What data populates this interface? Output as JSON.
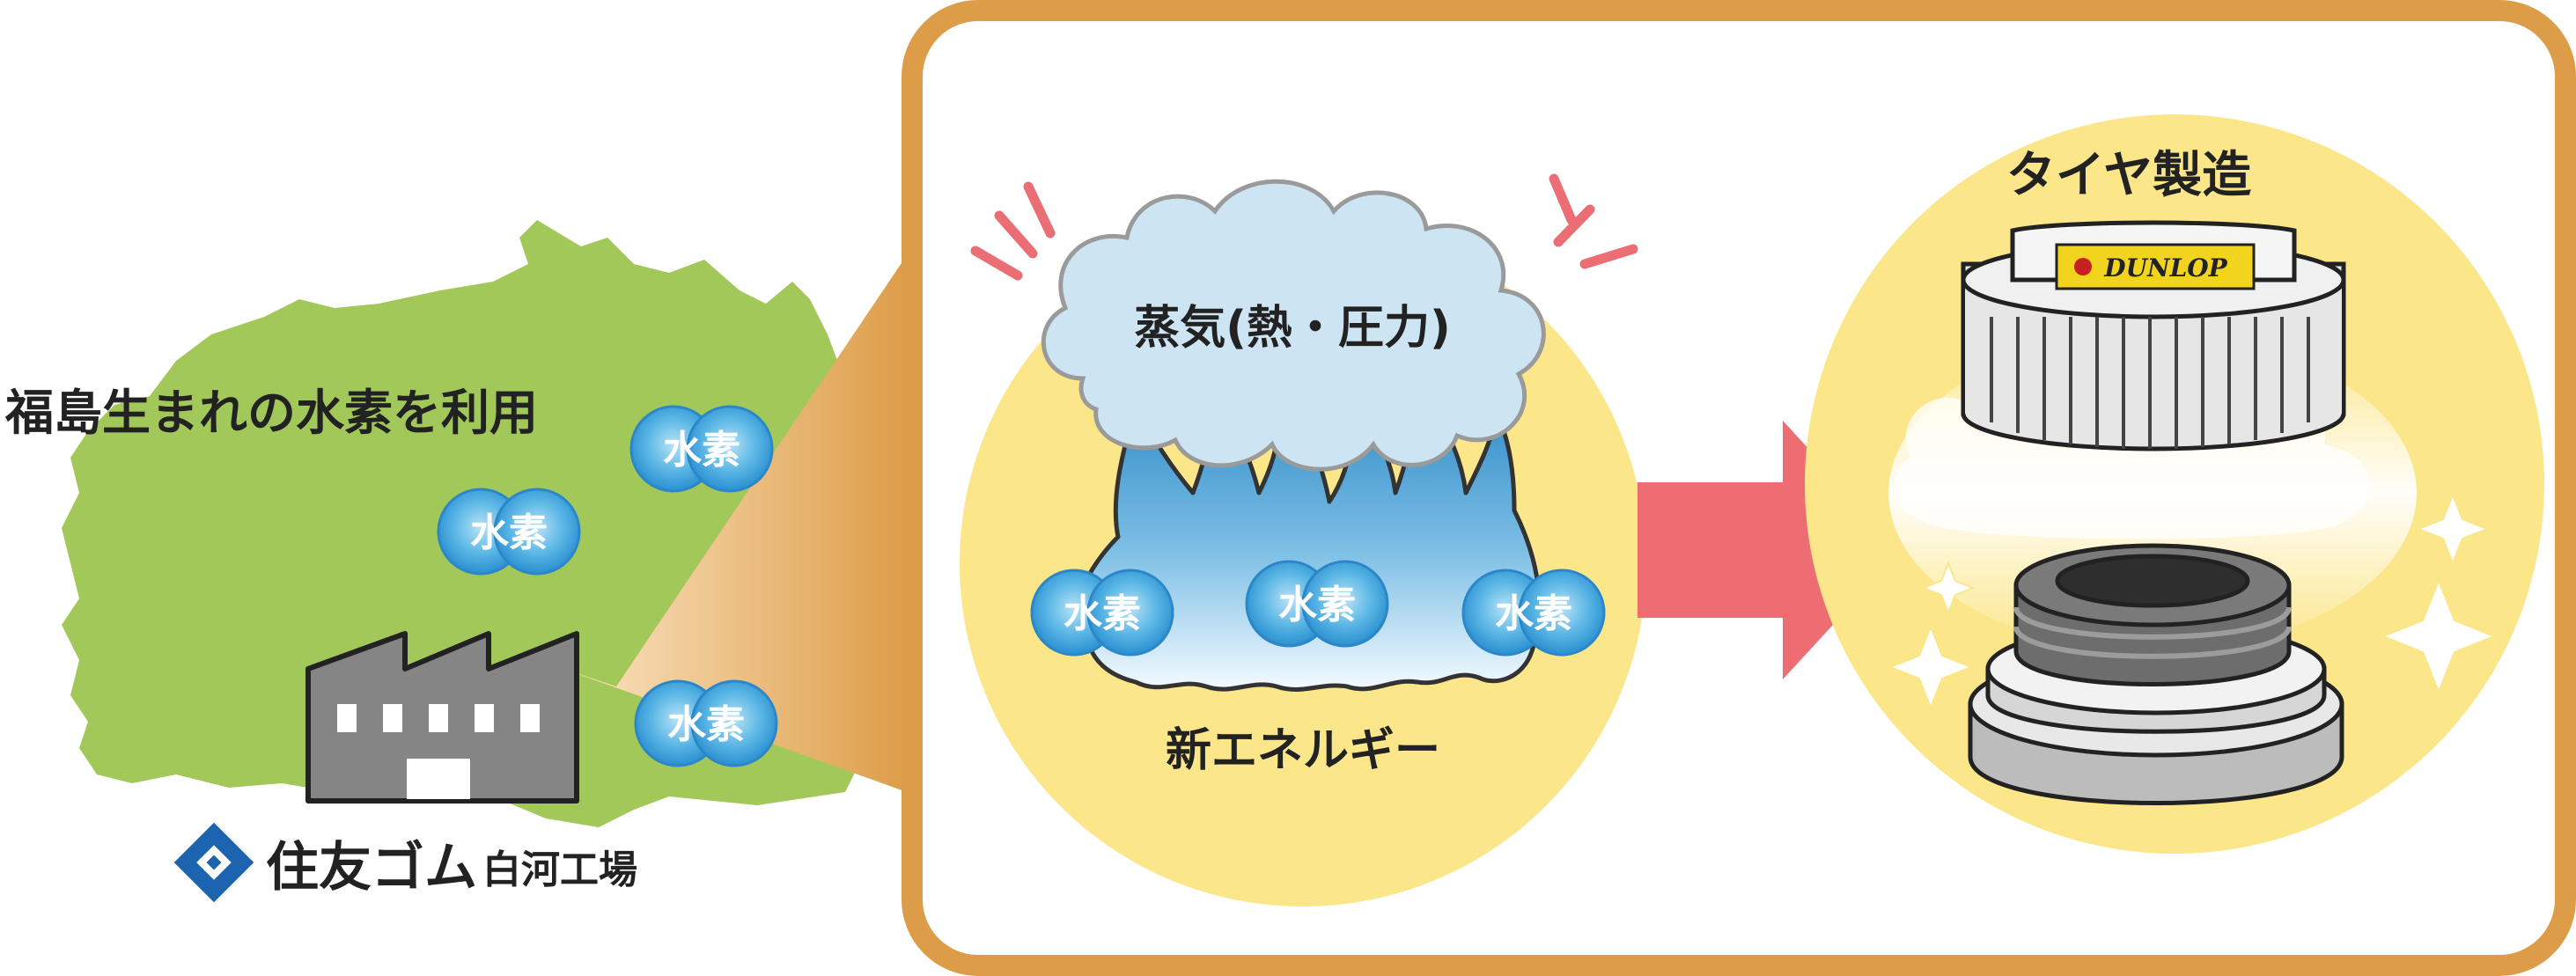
{
  "map": {
    "caption": "福島生まれの水素を利用",
    "hydrogen_label": "水素"
  },
  "company": {
    "name": "住友ゴム",
    "plant": "白河工場"
  },
  "energy": {
    "steam_label": "蒸気(熱・圧力)",
    "hydrogen_label": "水素",
    "new_energy_label": "新エネルギー"
  },
  "tire": {
    "title": "タイヤ製造",
    "brand": "DUNLOP"
  },
  "colors": {
    "map_green": "#a3c85a",
    "frame_orange": "#dd9d48",
    "circle_yellow": "#fbe68a",
    "cloud_blue": "#cde5f3",
    "flame_blue": "#3b95cc",
    "arrow_red": "#ee6d72",
    "factory_gray": "#858585",
    "logo_blue": "#1c63b0",
    "bubble_blue": "#2b9bd8"
  },
  "icons": [
    "factory-icon",
    "company-logo-icon",
    "flame-icon",
    "cloud-icon",
    "arrow-right-icon",
    "tire-icon",
    "sparkle-icon"
  ]
}
